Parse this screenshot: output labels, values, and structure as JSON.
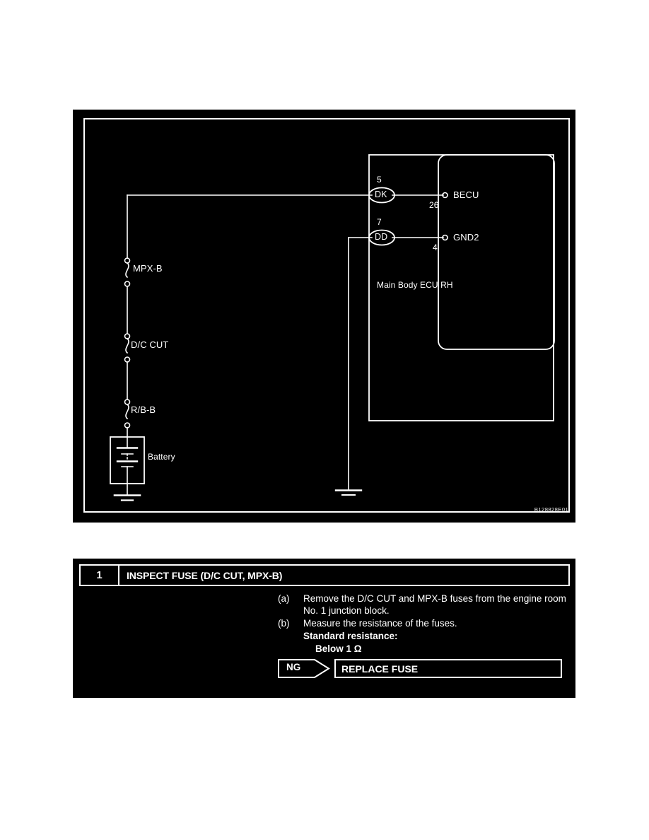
{
  "diagram": {
    "fuses": [
      {
        "label": "MPX-B"
      },
      {
        "label": "D/C CUT"
      },
      {
        "label": "R/B-B"
      }
    ],
    "battery_label": "Battery",
    "ecu_label": "Main Body ECU RH",
    "connectors": [
      {
        "pin": "5",
        "code": "DK",
        "terminal_no": "26",
        "terminal_name": "BECU"
      },
      {
        "pin": "7",
        "code": "DD",
        "terminal_no": "4",
        "terminal_name": "GND2"
      }
    ],
    "figure_code": "B128828E01"
  },
  "procedure": {
    "step_number": "1",
    "step_title": "INSPECT FUSE (D/C CUT, MPX-B)",
    "items": [
      {
        "marker": "(a)",
        "text": "Remove the D/C CUT and MPX-B fuses from the engine room No. 1 junction block."
      },
      {
        "marker": "(b)",
        "text": "Measure the resistance of the fuses."
      }
    ],
    "standard_label": "Standard resistance:",
    "standard_value": "Below 1 Ω",
    "result": {
      "flag": "NG",
      "action": "REPLACE FUSE"
    }
  },
  "colors": {
    "panel_bg": "#000000",
    "line": "#ffffff",
    "page_bg": "#ffffff"
  }
}
